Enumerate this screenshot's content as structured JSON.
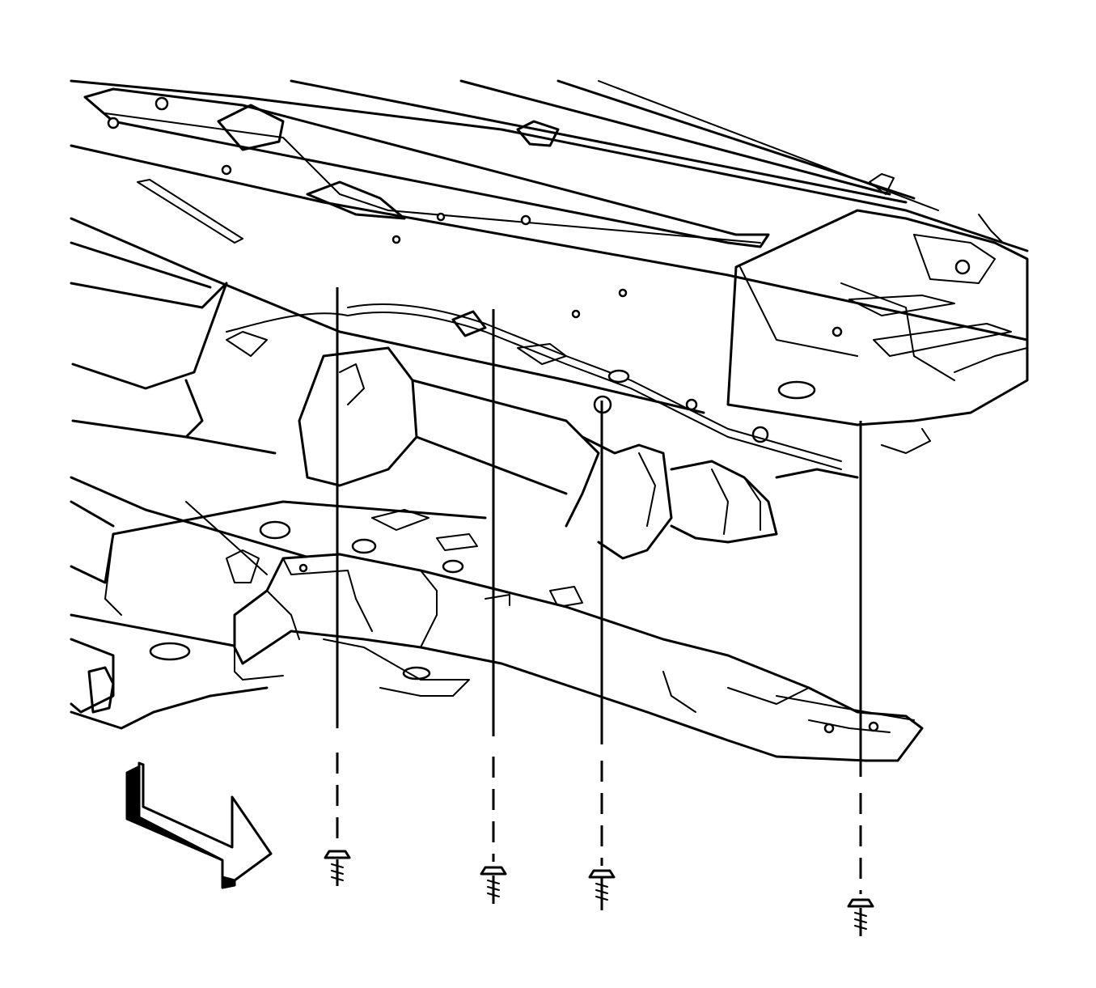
{
  "figure": {
    "view": "underbody-bottom-view",
    "fastener_count": 4,
    "direction_arrow": "front-of-vehicle-arrow",
    "colors": {
      "line": "#000000",
      "background": "#ffffff"
    }
  }
}
